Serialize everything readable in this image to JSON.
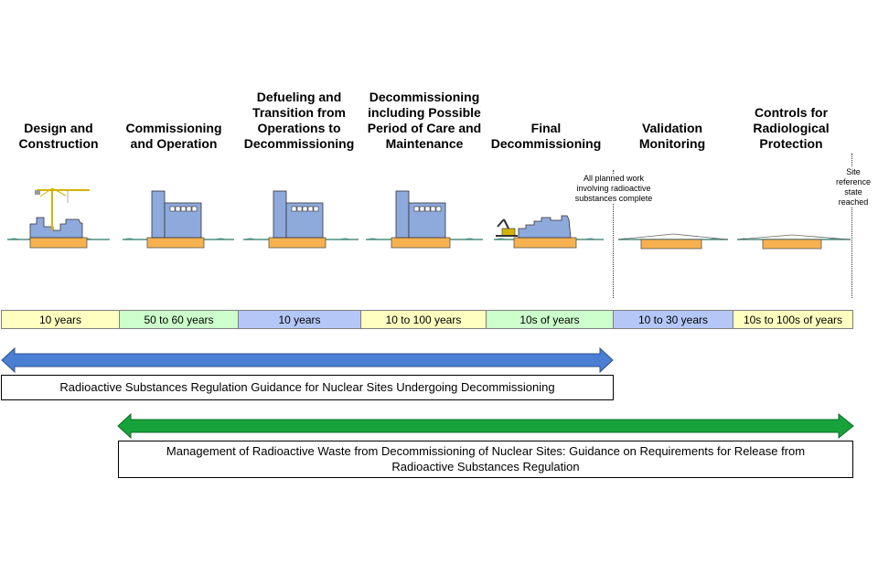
{
  "stages": [
    {
      "title": "Design and\nConstruction"
    },
    {
      "title": "Commissioning\nand Operation"
    },
    {
      "title": "Defueling and\nTransition from\nOperations to\nDecommissioning"
    },
    {
      "title": "Decommissioning\nincluding Possible\nPeriod of Care and\nMaintenance"
    },
    {
      "title": "Final\nDecommissioning"
    },
    {
      "title": "Validation\nMonitoring"
    },
    {
      "title": "Controls for\nRadiological\nProtection"
    }
  ],
  "durations": [
    {
      "label": "10 years",
      "color": "#ffffc0"
    },
    {
      "label": "50 to 60 years",
      "color": "#ccffcc"
    },
    {
      "label": "10 years",
      "color": "#b4c7f7"
    },
    {
      "label": "10 to 100 years",
      "color": "#ffffc0"
    },
    {
      "label": "10s of years",
      "color": "#ccffcc"
    },
    {
      "label": "10 to 30 years",
      "color": "#b4c7f7"
    },
    {
      "label": "10s to 100s of years",
      "color": "#ffffc0"
    }
  ],
  "notes": {
    "planned_work": "All planned work\ninvolving radioactive\nsubstances complete",
    "reference_state": "Site\nreference\nstate\nreached"
  },
  "guidance": {
    "rsr": "Radioactive Substances Regulation Guidance for Nuclear Sites Undergoing Decommissioning",
    "management": "Management of Radioactive Waste from Decommissioning of Nuclear Sites: Guidance on Requirements for Release from Radioactive Substances Regulation"
  },
  "colors": {
    "blue_arrow": "#4a7fd4",
    "green_arrow": "#17a33a",
    "building": "#8ea9db",
    "base": "#f7b24f",
    "ground": "#4f8f80"
  }
}
